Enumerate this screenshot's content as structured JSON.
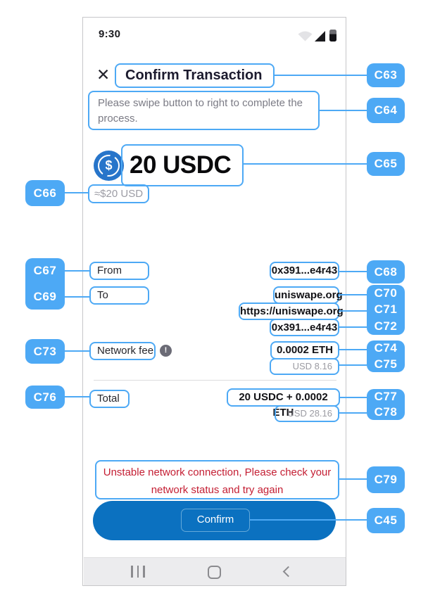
{
  "status_bar": {
    "time": "9:30",
    "icons": [
      "wifi-icon",
      "cellular-signal-icon",
      "battery-icon"
    ]
  },
  "header": {
    "title": "Confirm Transaction",
    "subtitle": "Please swipe button to right to complete the process."
  },
  "amount": {
    "token_icon": "usdc-icon",
    "value": "20 USDC",
    "fiat_equivalent": "≈$20 USD"
  },
  "transaction": {
    "from": {
      "label": "From",
      "address": "0x391...e4r43"
    },
    "to": {
      "label": "To",
      "site_name": "uniswape.org",
      "site_url": "https://uniswape.org",
      "address": "0x391...e4r43"
    },
    "network_fee": {
      "label": "Network fee",
      "amount_eth": "0.0002 ETH",
      "amount_usd": "USD 8.16"
    },
    "total": {
      "label": "Total",
      "amount": "20 USDC + 0.0002 ETH",
      "amount_usd": "USD 28.16"
    }
  },
  "warning_message": "Unstable network connection, Please check your network status and try again",
  "confirm_button": {
    "label": "Confirm"
  },
  "nav_bar": {
    "icons": [
      "recents-icon",
      "home-icon",
      "back-icon"
    ]
  },
  "icons": {
    "close": "✕",
    "info": "!",
    "usdc_symbol": "$"
  },
  "annotation_labels": {
    "c63": "C63",
    "c64": "C64",
    "c65": "C65",
    "c66": "C66",
    "c67": "C67",
    "c68": "C68",
    "c69": "C69",
    "c70": "C70",
    "c71": "C71",
    "c72": "C72",
    "c73": "C73",
    "c74": "C74",
    "c75": "C75",
    "c76": "C76",
    "c77": "C77",
    "c78": "C78",
    "c79": "C79",
    "c45": "C45"
  },
  "colors": {
    "annotation_blue": "#4DA9F5",
    "button_blue": "#0B71C0",
    "warning_red": "#C41E33",
    "usdc_blue": "#2775CA"
  }
}
